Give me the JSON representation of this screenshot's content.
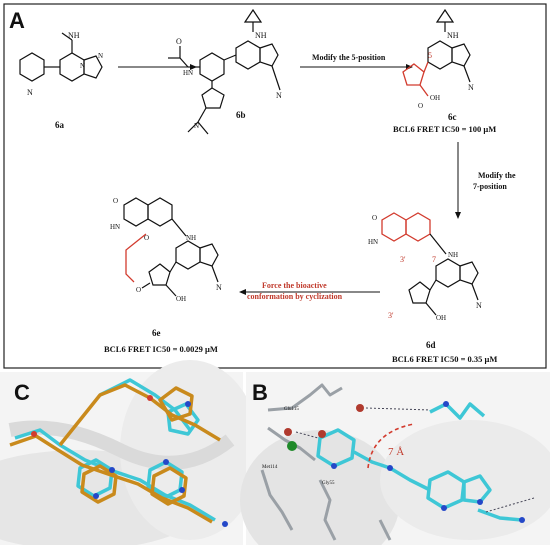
{
  "panel_a": {
    "letter": "A",
    "compounds": {
      "c6a": "6a",
      "c6b": "6b",
      "c6c": "6c",
      "c6d": "6d",
      "c6e": "6e"
    },
    "ic50": {
      "c6c": "BCL6 FRET IC50 = 100 μM",
      "c6d": "BCL6 FRET IC50 = 0.35 μM",
      "c6e": "BCL6 FRET IC50 = 0.0029 μM"
    },
    "arrows": {
      "step1": "Modify the 5-position",
      "step2_l1": "Modify the",
      "step2_l2": "7-position",
      "step3_l1": "Force the bioactive",
      "step3_l2": "conformation by cyclization"
    },
    "atoms": {
      "nh": "NH",
      "n": "N",
      "o": "O",
      "oh": "OH",
      "cn": "N",
      "hn": "HN"
    },
    "positions": {
      "p5": "5",
      "p7": "7",
      "p3prime_a": "3'",
      "p3prime_b": "3'"
    }
  },
  "panel_c": {
    "letter": "C"
  },
  "panel_b": {
    "letter": "B",
    "distance": "7 Å",
    "residues": [
      "Glu115",
      "Met114",
      "Gly55"
    ]
  },
  "colors": {
    "carbon_cyan": "#3ec7d6",
    "carbon_orange": "#c98a1c",
    "nitrogen": "#2448c8",
    "oxygen": "#d23b2e",
    "water": "#1f8a2a",
    "protein": "#9aa0a6",
    "highlight": "#d23b2e"
  }
}
